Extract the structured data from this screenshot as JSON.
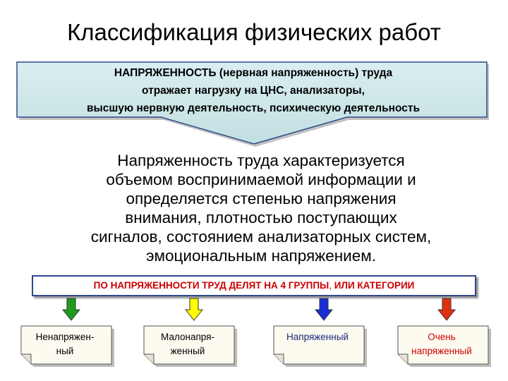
{
  "title": "Классификация физических работ",
  "banner": {
    "lines": [
      "НАПРЯЖЕННОСТЬ (нервная напряженность) труда",
      "отражает нагрузку на ЦНС, анализаторы,",
      "высшую нервную деятельность, психическую деятельность"
    ]
  },
  "description": {
    "lines": [
      "Напряженность труда характеризуется",
      "объемом воспринимаемой информации и",
      "определяется степенью напряжения",
      "внимания, плотностью поступающих",
      "сигналов, состоянием анализаторных систем,",
      "эмоциональным напряжением."
    ]
  },
  "groups_header": {
    "part1": "ПО НАПРЯЖЕННОСТИ ТРУД ДЕЛЯТ НА 4 ГРУППЫ",
    "separator": ",",
    "part2": " ИЛИ КАТЕГОРИИ"
  },
  "categories": [
    {
      "line1": "Ненапряжен-",
      "line2": "ный",
      "arrow_color": "#1f9a1f",
      "text_color": "#000000"
    },
    {
      "line1": "Малонапря-",
      "line2": "женный",
      "arrow_color": "#ffff00",
      "text_color": "#000000"
    },
    {
      "line1": "Напряженный",
      "line2": "",
      "arrow_color": "#1a2fd6",
      "text_color": "#1a2a7a"
    },
    {
      "line1": "Очень",
      "line2": "напряженный",
      "arrow_color": "#e03010",
      "text_color": "#cc0000"
    }
  ],
  "colors": {
    "banner_fill": "#cfe7e8",
    "banner_border": "#2f4a8a",
    "card_fill": "#fdfaf0",
    "card_border": "#555555"
  }
}
